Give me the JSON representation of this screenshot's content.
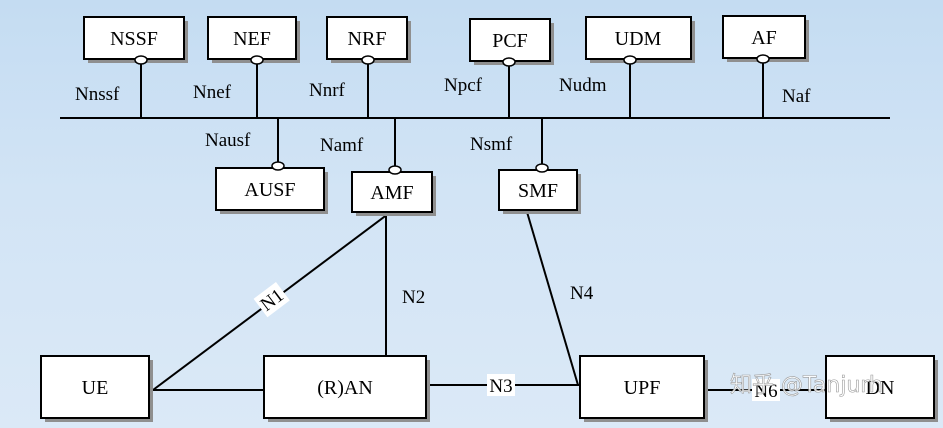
{
  "nodes": {
    "nssf": "NSSF",
    "nef": "NEF",
    "nrf": "NRF",
    "pcf": "PCF",
    "udm": "UDM",
    "af": "AF",
    "ausf": "AUSF",
    "amf": "AMF",
    "smf": "SMF",
    "ue": "UE",
    "ran": "(R)AN",
    "upf": "UPF",
    "dn": "DN"
  },
  "interfaces": {
    "nnssf": "Nnssf",
    "nnef": "Nnef",
    "nnrf": "Nnrf",
    "npcf": "Npcf",
    "nudm": "Nudm",
    "naf": "Naf",
    "nausf": "Nausf",
    "namf": "Namf",
    "nsmf": "Nsmf",
    "n1": "N1",
    "n2": "N2",
    "n3": "N3",
    "n4": "N4",
    "n6": "N6"
  },
  "watermark": "知乎 @Tanjurh"
}
